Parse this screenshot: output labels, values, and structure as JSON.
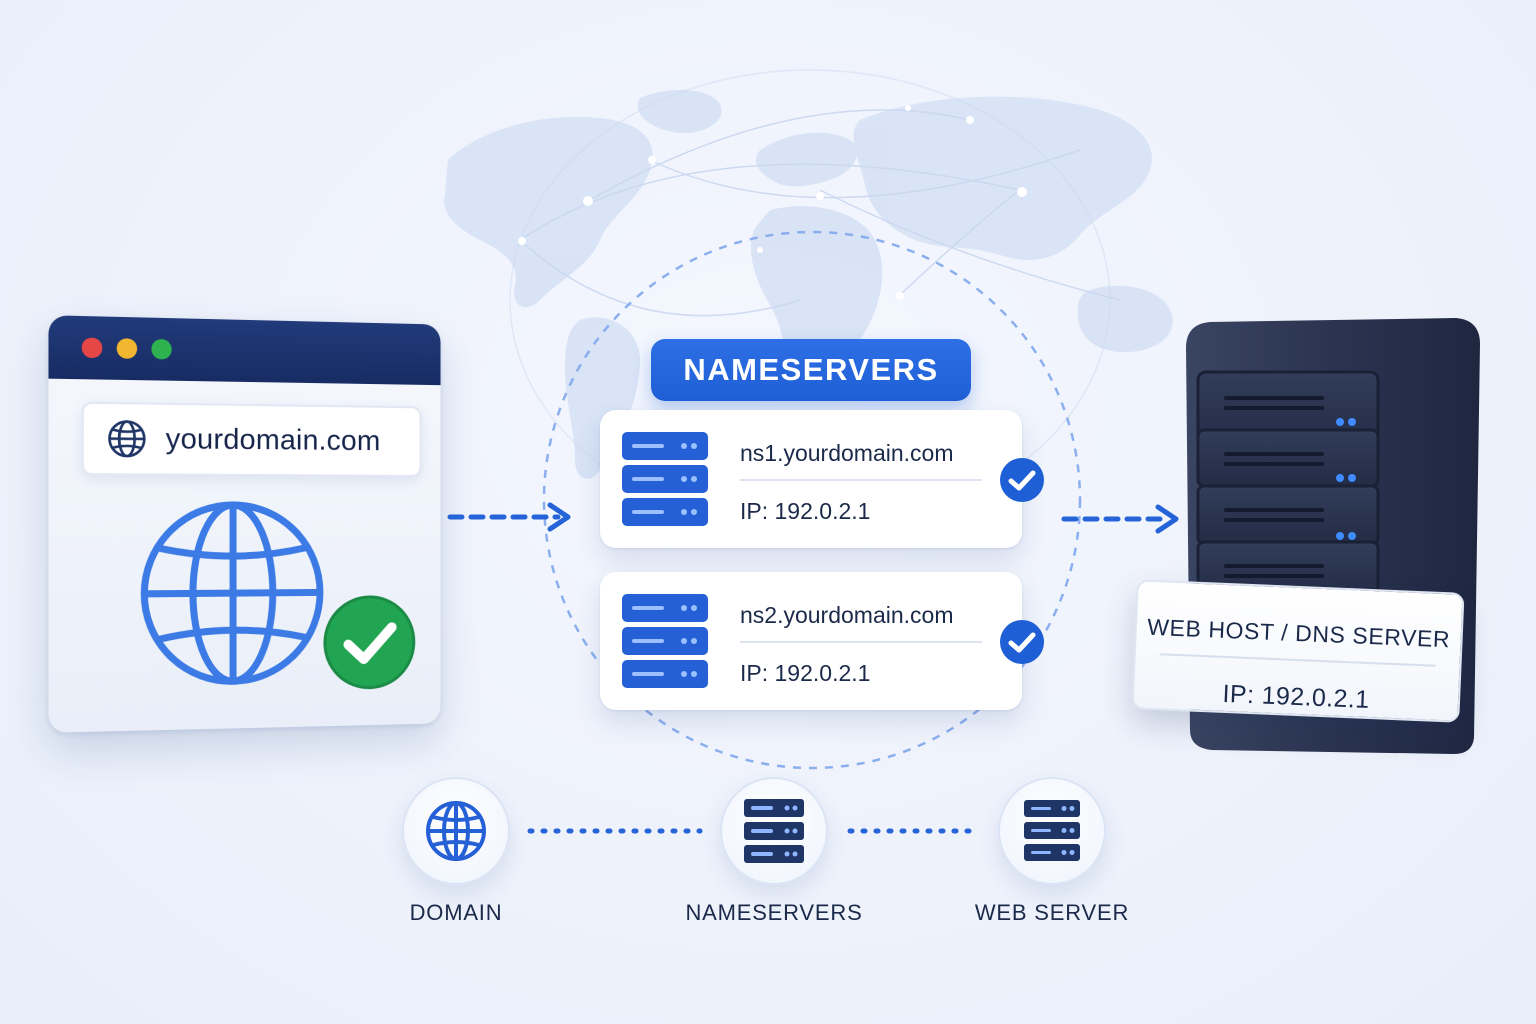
{
  "browser": {
    "domain_text": "yourdomain.com"
  },
  "nameservers": {
    "title": "NAMESERVERS",
    "items": [
      {
        "host": "ns1.yourdomain.com",
        "ip": "IP: 192.0.2.1"
      },
      {
        "host": "ns2.yourdomain.com",
        "ip": "IP: 192.0.2.1"
      }
    ]
  },
  "server": {
    "title": "WEB HOST / DNS SERVER",
    "ip": "IP: 192.0.2.1"
  },
  "flow": {
    "steps": [
      {
        "label": "DOMAIN",
        "icon": "globe-icon"
      },
      {
        "label": "NAMESERVERS",
        "icon": "server-icon"
      },
      {
        "label": "WEB SERVER",
        "icon": "server-icon"
      }
    ]
  },
  "colors": {
    "primary_blue": "#1f5fd6",
    "navy": "#172c63",
    "success_green": "#22a553",
    "server_dark": "#2a3550"
  }
}
